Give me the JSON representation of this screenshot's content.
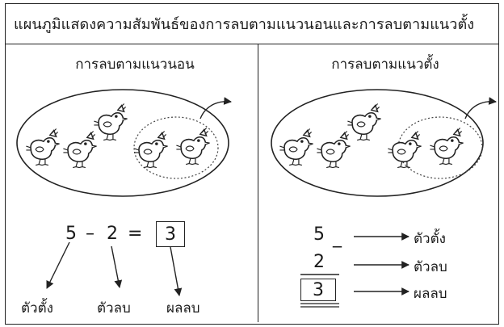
{
  "title": "แผนภูมิแสดงความสัมพันธ์ของการลบตามแนวนอนและการลบตามแนวตั้ง",
  "left_panel": {
    "heading": "การลบตามแนวนอน",
    "bird_total": 5,
    "birds_removed": 2,
    "equation": {
      "minuend": "5",
      "minus": "–",
      "subtrahend": "2",
      "equals": "=",
      "difference": "3"
    },
    "labels": {
      "minuend": "ตัวตั้ง",
      "subtrahend": "ตัวลบ",
      "difference": "ผลลบ"
    }
  },
  "right_panel": {
    "heading": "การลบตามแนวตั้ง",
    "bird_total": 5,
    "birds_removed": 2,
    "vertical": {
      "minuend": "5",
      "minus_sign": "_",
      "subtrahend": "2",
      "difference": "3"
    },
    "labels": {
      "minuend": "ตัวตั้ง",
      "subtrahend": "ตัวลบ",
      "difference": "ผลลบ"
    }
  },
  "colors": {
    "line": "#222222",
    "background": "#ffffff"
  },
  "icons": [
    "bird-icon",
    "arrow-out-icon"
  ]
}
